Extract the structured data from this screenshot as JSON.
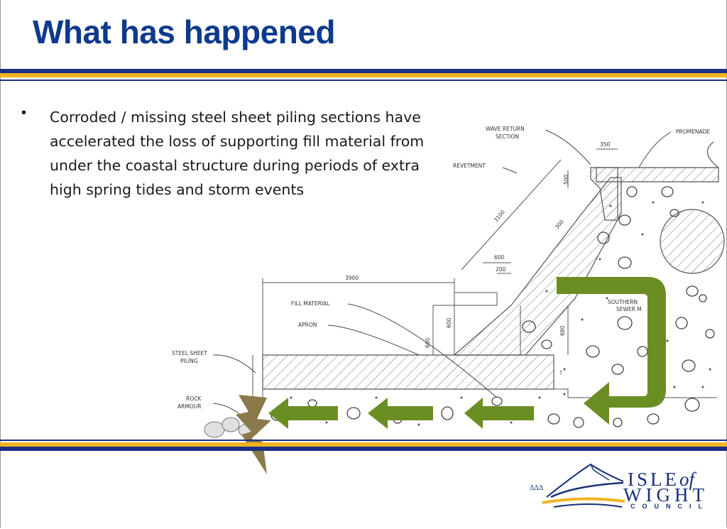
{
  "slide": {
    "title": "What has happened",
    "bullet_text": "Corroded / missing steel sheet piling sections have accelerated the loss of supporting fill material from under the coastal structure during periods of extra high spring tides and storm events"
  },
  "drawing": {
    "labels": {
      "wave_return_1": "WAVE RETURN",
      "wave_return_2": "SECTION",
      "promenade": "PROMENADE",
      "revetment": "REVETMENT",
      "fill_material": "FILL MATERIAL",
      "apron": "APRON",
      "steel_sheet_1": "STEEL SHEET",
      "steel_sheet_2": "PILING",
      "rock_1": "ROCK",
      "rock_2": "ARMOUR",
      "southern_1": "SOUTHERN",
      "southern_2": "SEWER M"
    },
    "dimensions": {
      "d350": "350",
      "d500": "500",
      "d3100": "3100",
      "d300": "300",
      "d600a": "600",
      "d200": "200",
      "d3900": "3900",
      "d600b": "600",
      "d600c": "600",
      "d680": "680",
      "q": "?"
    }
  },
  "logo": {
    "isle": "ISLE",
    "of": "of",
    "wight": "WIGHT",
    "council": "COUNCIL"
  },
  "colors": {
    "title": "#0d3a8c",
    "rule_blue": "#1b2f86",
    "rule_gold": "#f0b323",
    "arrow_green": "#6b8e23",
    "lightning": "#8a7a4a"
  }
}
